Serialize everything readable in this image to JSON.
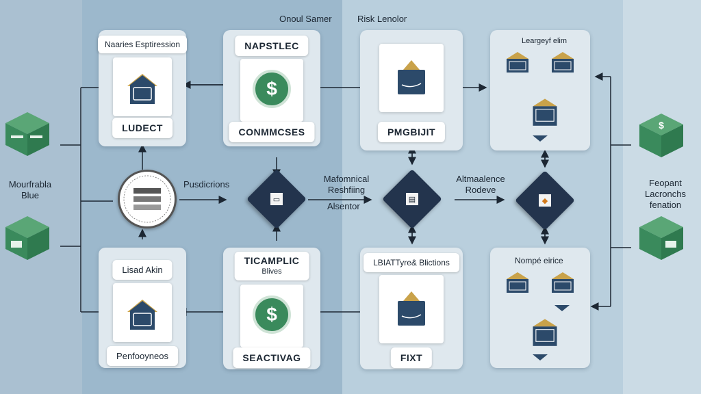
{
  "column_titles": {
    "center": "Onoul Samer",
    "right": "Risk Lenolor"
  },
  "left_side": {
    "label": "Mourfrabla Blue"
  },
  "right_side": {
    "label": "Feopant Lacronchs fenation"
  },
  "cards": {
    "top_1": {
      "label": "Naaries Esptiression",
      "caption": "LUDECT"
    },
    "top_2": {
      "label": "NAPSTLEC",
      "caption": "CONMMCSES"
    },
    "top_3": {
      "caption": "PMGBIJIT"
    },
    "top_4": {
      "label": "Leargeyf elim"
    },
    "bottom_1": {
      "label": "Lisad Akin",
      "caption": "Penfooyneos"
    },
    "bottom_2": {
      "label": "TICAMPLIC",
      "sublabel": "Blives",
      "caption": "SEACTIVAG"
    },
    "bottom_3": {
      "label": "LBIATTyre& Blictions",
      "caption": "FIXT"
    },
    "bottom_4": {
      "label": "Nompé eirice"
    }
  },
  "flow": {
    "label_1": "Pusdicrions",
    "label_2": "Mafomnical Reshfiing",
    "label_3": "Alsentor",
    "label_4": "Altmaalence Rodeve"
  },
  "currency_symbol": "$",
  "colors": {
    "accent_green": "#3a8a5c",
    "node_navy": "#23344d",
    "doc_blue": "#2c4a6a",
    "roof_gold": "#c9a24a"
  }
}
